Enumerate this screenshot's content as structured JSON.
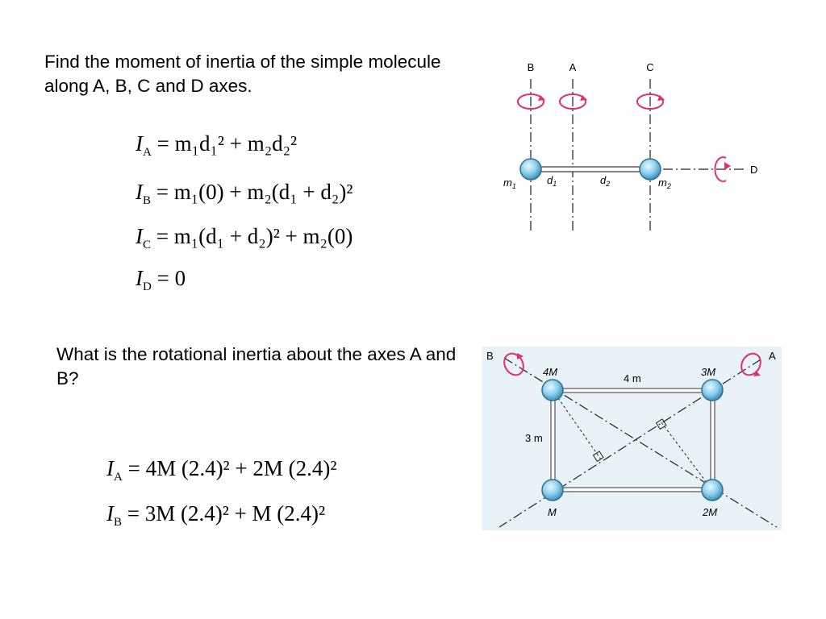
{
  "question1": {
    "text": "Find the moment of inertia of the simple molecule along A, B, C and D axes.",
    "figure": {
      "axis_labels": [
        "B",
        "A",
        "C",
        "D"
      ],
      "mass_labels": [
        "m",
        "m"
      ],
      "mass_subscripts": [
        "1",
        "2"
      ],
      "distance_labels": [
        "d",
        "d"
      ],
      "distance_subscripts": [
        "1",
        "2"
      ]
    },
    "equations": [
      {
        "lhs": "I",
        "lhs_sub": "A",
        "rhs": "= m₁d₁² + m₂d₂²"
      },
      {
        "lhs": "I",
        "lhs_sub": "B",
        "rhs": "= m₁(0) + m₂(d₁ + d₂)²"
      },
      {
        "lhs": "I",
        "lhs_sub": "C",
        "rhs": "= m₁(d₁ + d₂)² + m₂(0)"
      },
      {
        "lhs": "I",
        "lhs_sub": "D",
        "rhs": "= 0"
      }
    ]
  },
  "question2": {
    "text": "What is the rotational inertia about the axes A and B?",
    "figure": {
      "axis_labels": [
        "B",
        "A"
      ],
      "mass_labels": [
        "4M",
        "3M",
        "M",
        "2M"
      ],
      "side_labels": [
        "4 m",
        "3 m"
      ]
    },
    "equations": [
      {
        "lhs": "I",
        "lhs_sub": "A",
        "rhs": "= 4M (2.4)² + 2M (2.4)²"
      },
      {
        "lhs": "I",
        "lhs_sub": "B",
        "rhs": "= 3M (2.4)² + M (2.4)²"
      }
    ]
  },
  "colors": {
    "ball_fill": "#8fd0ef",
    "ball_stroke": "#2f6f8f",
    "rotation_arrow": "#e0306a",
    "figure2_background": "#e9f2f6"
  }
}
